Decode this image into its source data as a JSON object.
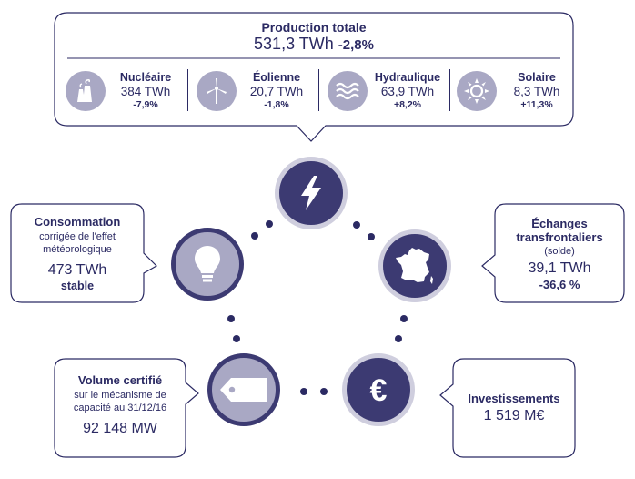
{
  "production": {
    "title": "Production totale",
    "value": "531,3 TWh",
    "change": "-2,8%",
    "sources": [
      {
        "label": "Nucléaire",
        "value": "384 TWh",
        "change": "-7,9%",
        "icon": "nuclear-plant-icon"
      },
      {
        "label": "Éolienne",
        "value": "20,7 TWh",
        "change": "-1,8%",
        "icon": "wind-turbine-icon"
      },
      {
        "label": "Hydraulique",
        "value": "63,9 TWh",
        "change": "+8,2%",
        "icon": "water-waves-icon"
      },
      {
        "label": "Solaire",
        "value": "8,3 TWh",
        "change": "+11,3%",
        "icon": "sun-icon"
      }
    ]
  },
  "consommation": {
    "title": "Consommation",
    "subtitle_1": "corrigée de l'effet",
    "subtitle_2": "météorologique",
    "value": "473 TWh",
    "change": "stable"
  },
  "echanges": {
    "title_1": "Échanges",
    "title_2": "transfrontaliers",
    "subtitle": "(solde)",
    "value": "39,1 TWh",
    "change": "-36,6 %"
  },
  "volume": {
    "title": "Volume certifié",
    "subtitle_1": "sur le mécanisme de",
    "subtitle_2": "capacité au 31/12/16",
    "value": "92 148 MW"
  },
  "investissements": {
    "title": "Investissements",
    "value": "1 519 M€"
  },
  "colors": {
    "navy": "#2b2a63",
    "circle_dark": "#3c3a72",
    "circle_light": "#a9a8c4"
  }
}
